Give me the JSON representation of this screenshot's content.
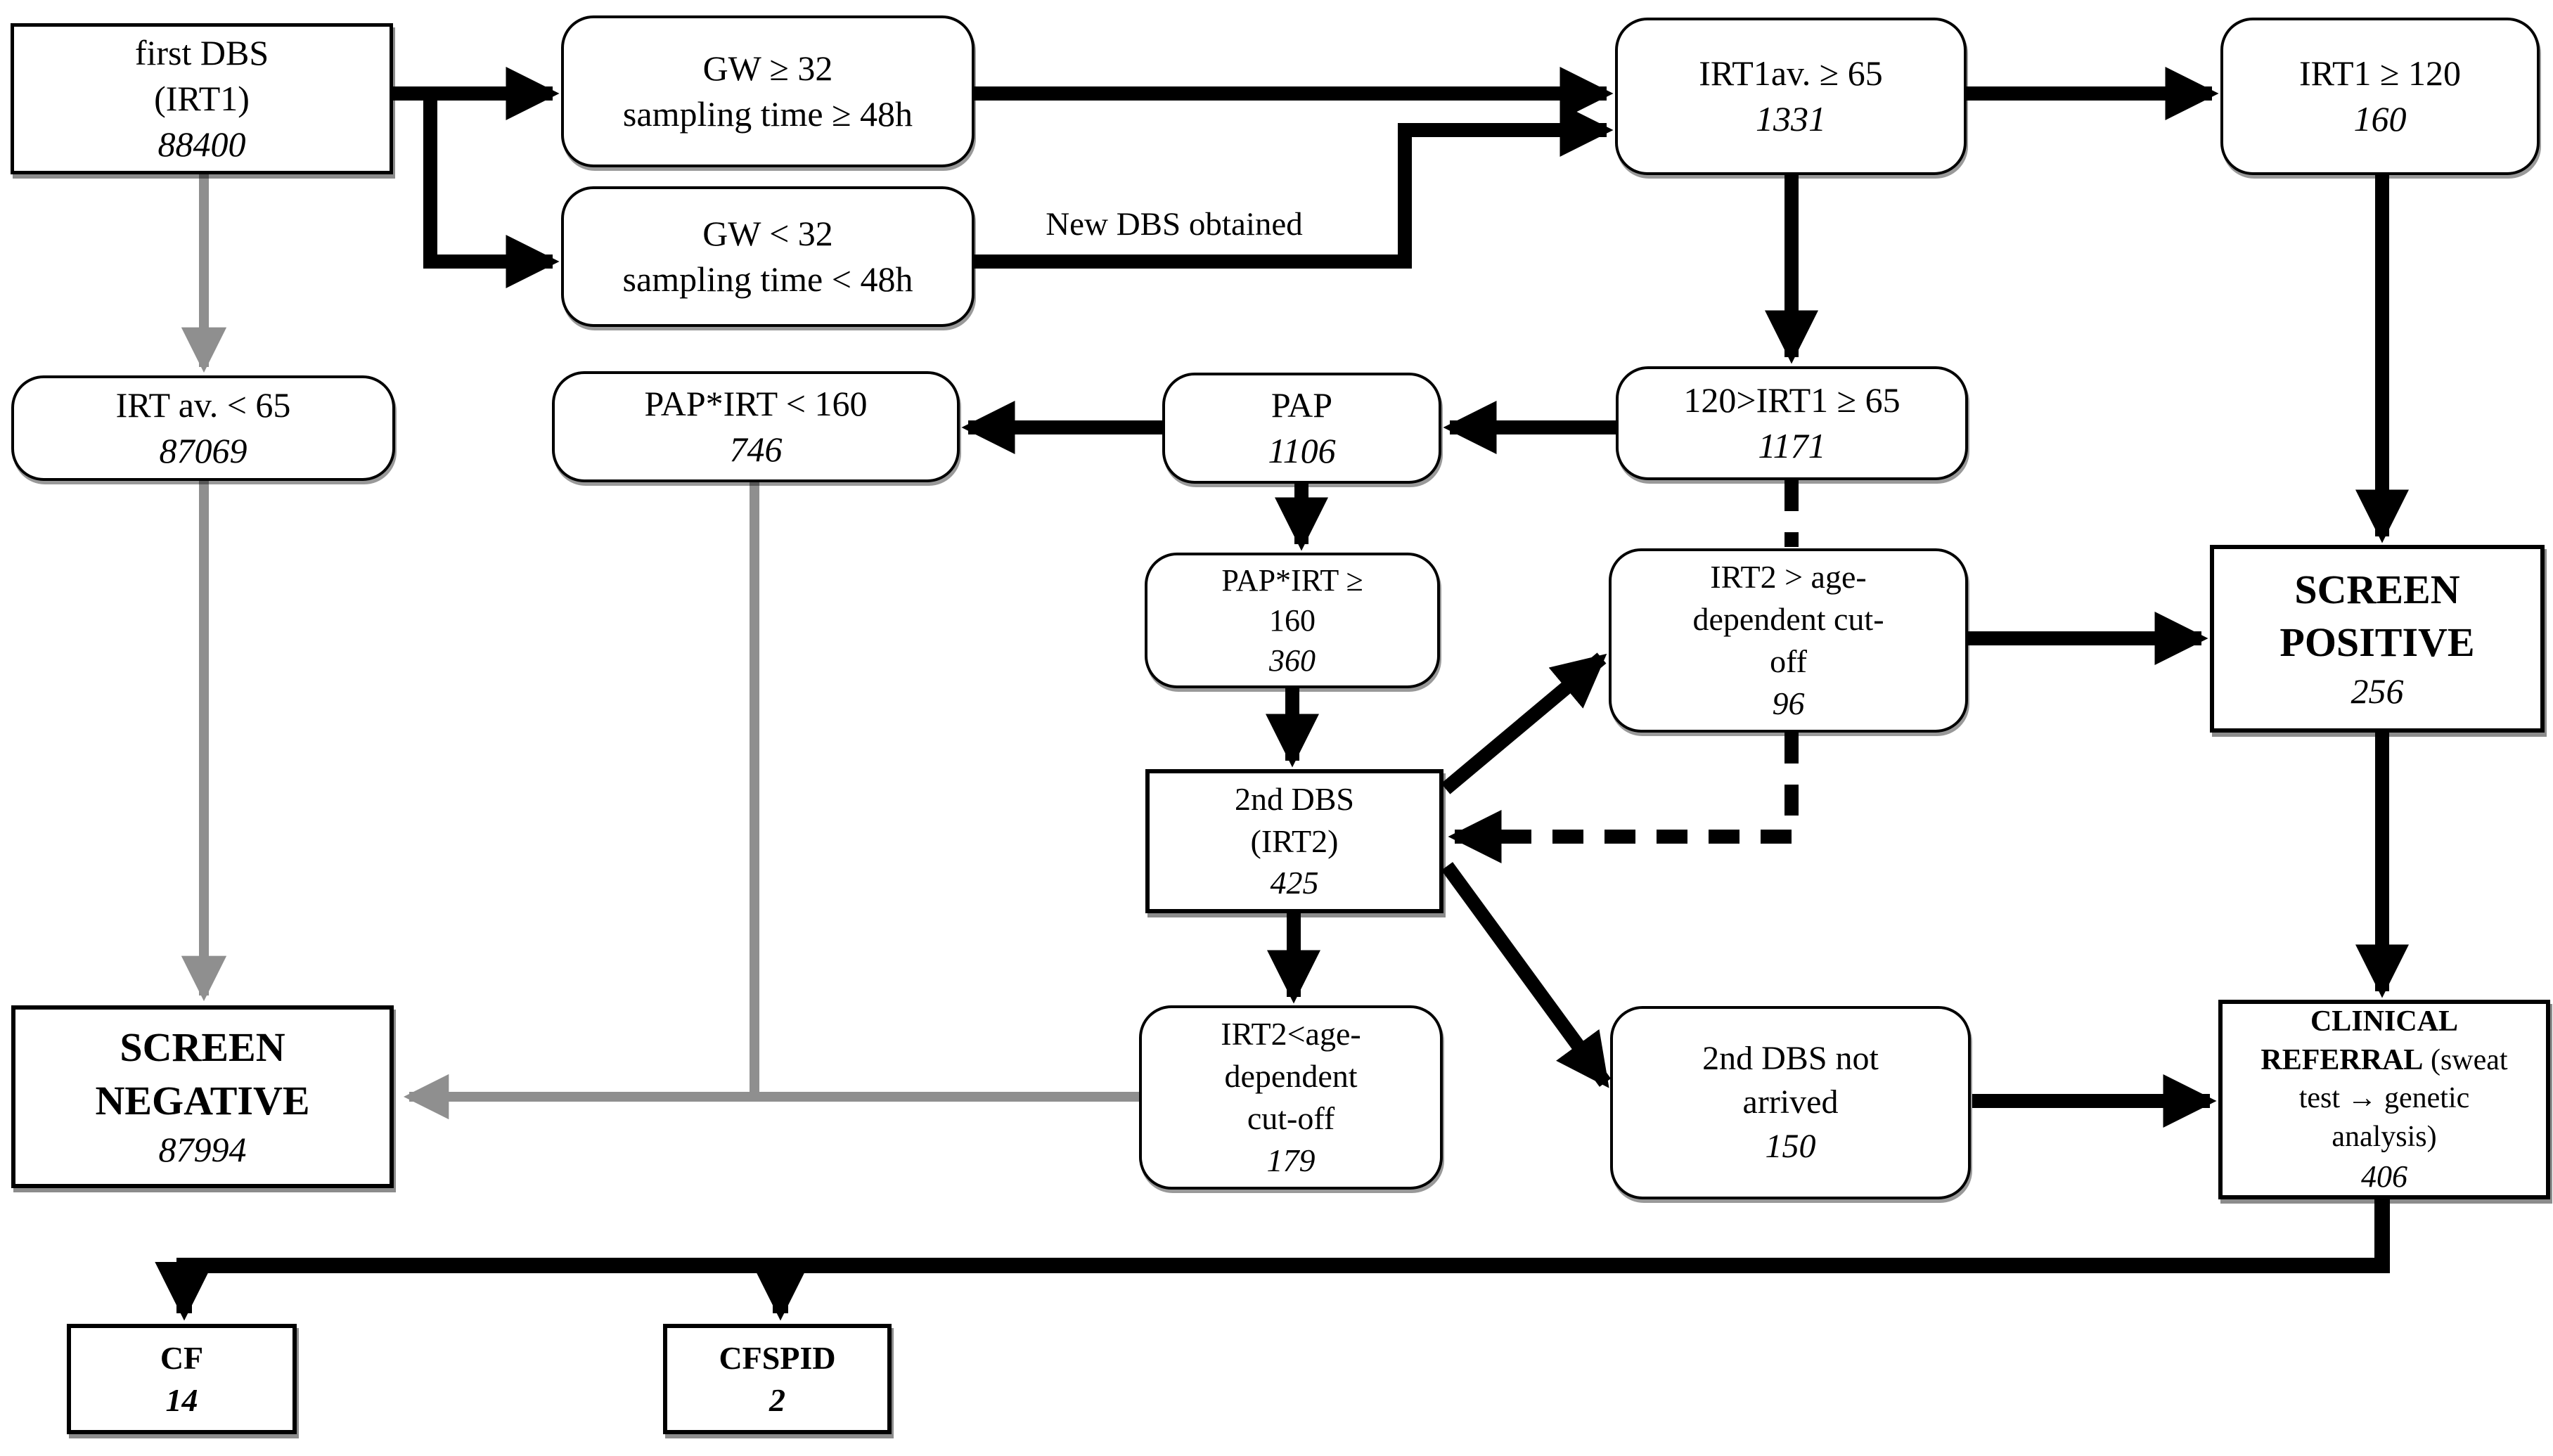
{
  "colors": {
    "line": "#000000",
    "grey_line": "#8f8f8f",
    "background": "#ffffff"
  },
  "nodes": {
    "first_dbs": {
      "line1": "first DBS",
      "line2": "(IRT1)",
      "value": "88400"
    },
    "gw_ge32": {
      "line1": "GW ≥ 32",
      "line2": "sampling time ≥ 48h"
    },
    "gw_lt32": {
      "line1": "GW < 32",
      "line2": "sampling time < 48h"
    },
    "irt1av_ge65": {
      "line1": "IRT1av. ≥ 65",
      "value": "1331"
    },
    "irt1_ge120": {
      "line1": "IRT1 ≥ 120",
      "value": "160"
    },
    "irt_av_lt65": {
      "line1": "IRT av. < 65",
      "value": "87069"
    },
    "pap_irt_lt160": {
      "line1": "PAP*IRT < 160",
      "value": "746"
    },
    "pap": {
      "line1": "PAP",
      "value": "1106"
    },
    "irt1_65_120": {
      "line1": "120>IRT1 ≥ 65",
      "value": "1171"
    },
    "pap_irt_ge160": {
      "line1": "PAP*IRT ≥",
      "line2": "160",
      "value": "360"
    },
    "irt2_gt_cutoff": {
      "line1": "IRT2 > age-",
      "line2": "dependent cut-",
      "line3": "off",
      "value": "96"
    },
    "screen_positive": {
      "line1": "SCREEN",
      "line2": "POSITIVE",
      "value": "256"
    },
    "second_dbs": {
      "line1": "2nd DBS",
      "line2": "(IRT2)",
      "value": "425"
    },
    "irt2_lt_cutoff": {
      "line1": "IRT2<age-",
      "line2": "dependent",
      "line3": "cut-off",
      "value": "179"
    },
    "dbs_not_arrived": {
      "line1": "2nd DBS not",
      "line2": "arrived",
      "value": "150"
    },
    "clinical_referral": {
      "title": "CLINICAL REFERRAL",
      "subtitle": " (sweat test → genetic analysis)",
      "value": "406"
    },
    "screen_negative": {
      "line1": "SCREEN",
      "line2": "NEGATIVE",
      "value": "87994"
    },
    "cf": {
      "line1": "CF",
      "value": "14"
    },
    "cfspid": {
      "line1": "CFSPID",
      "value": "2"
    }
  },
  "annotations": {
    "new_dbs_obtained": "New DBS obtained"
  }
}
